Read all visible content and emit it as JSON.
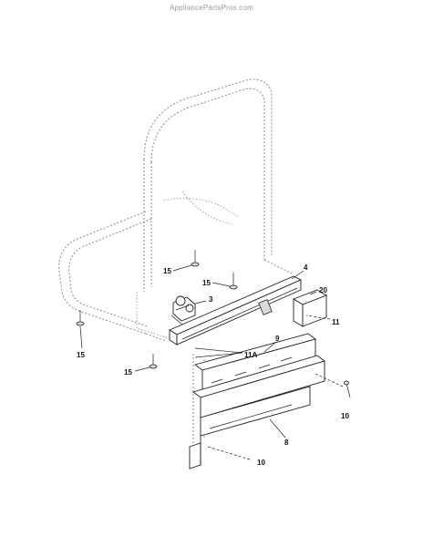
{
  "watermark": "AppliancePartsPros.com",
  "callouts": {
    "c3": "3",
    "c4": "4",
    "c8": "8",
    "c9": "9",
    "c10a": "10",
    "c10b": "10",
    "c11": "11",
    "c11a": "11A",
    "c15a": "15",
    "c15b": "15",
    "c15c": "15",
    "c15d": "15",
    "c20": "20"
  }
}
